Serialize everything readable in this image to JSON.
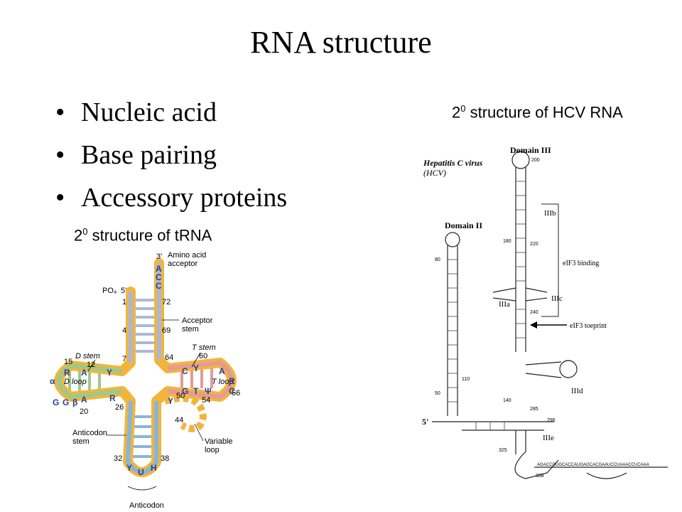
{
  "slide": {
    "title": "RNA structure",
    "bullets": [
      "Nucleic acid",
      "Base pairing",
      "Accessory proteins"
    ]
  },
  "hcv_caption": {
    "base": "2",
    "sup": "0",
    "text": " structure of HCV RNA"
  },
  "trna_caption": {
    "base": "2",
    "sup": "0",
    "text": " structure of tRNA"
  },
  "trna": {
    "labels": {
      "end3": "3'",
      "amino_acid": "Amino acid",
      "acceptor": "acceptor",
      "po4": "PO₄",
      "end5": "5'",
      "acceptor_stem_1": "Acceptor",
      "acceptor_stem_2": "stem",
      "d_stem": "D stem",
      "t_stem": "T stem",
      "d_loop": "D loop",
      "t_loop": "T loop",
      "anticodon_stem_1": "Anticodon",
      "anticodon_stem_2": "stem",
      "variable_loop_1": "Variable",
      "variable_loop_2": "loop",
      "anticodon": "Anticodon"
    },
    "numbers": [
      "1",
      "72",
      "4",
      "69",
      "7",
      "64",
      "60",
      "15",
      "12",
      "50",
      "56",
      "54",
      "26",
      "20",
      "44",
      "32",
      "38"
    ],
    "bases": {
      "acceptor_end": [
        "A",
        "C",
        "C"
      ],
      "d_region": [
        "R",
        "A",
        "Y",
        "α",
        "G",
        "G",
        "β",
        "A",
        "R"
      ],
      "t_region": [
        "C",
        "Y",
        "A",
        "R",
        "G",
        "T",
        "Ψ",
        "C"
      ],
      "variable": "Y",
      "anticodon": [
        "Y",
        "U",
        "H"
      ]
    },
    "colors": {
      "backbone": "#f2b53a",
      "stem_rung": "#aab8d8",
      "d_arm": "#9cc98d",
      "t_arm": "#e49a9a",
      "anticodon_arm": "#88b4dc"
    }
  },
  "hcv": {
    "labels": {
      "virus_1": "Hepatitis C virus",
      "virus_2": "(HCV)",
      "domain2": "Domain II",
      "domain3": "Domain III",
      "iiib": "IIIb",
      "iiic": "IIIc",
      "iiia": "IIIa",
      "iiid": "IIId",
      "iiie": "IIIe",
      "eif3_binding": "eIF3 binding",
      "eif3_toeprint": "eIF3 toeprint",
      "end5": "5'",
      "n200": "200",
      "n180": "180",
      "n220": "220",
      "n240": "240",
      "n80": "80",
      "n110": "110",
      "n50": "50",
      "n140": "140",
      "n285": "285",
      "n295": "295",
      "n325": "325",
      "n338": "338",
      "tail": "AGACCGUGCACCAUGAGCACGAAUCCUAAACCUCAAA"
    }
  }
}
